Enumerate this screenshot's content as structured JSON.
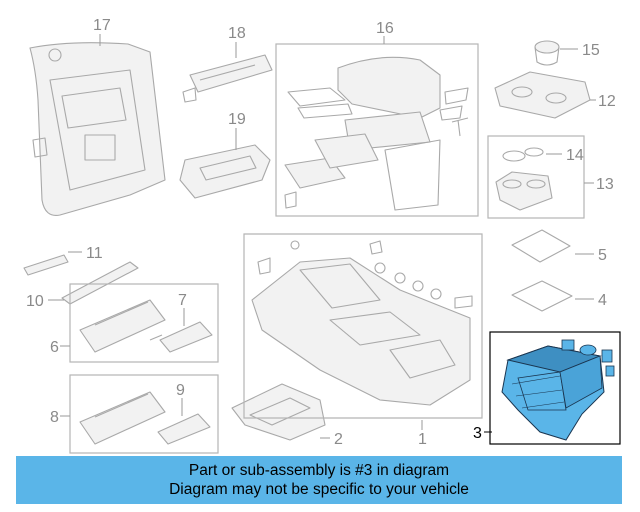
{
  "diagram": {
    "callouts": [
      "1",
      "2",
      "3",
      "4",
      "5",
      "6",
      "7",
      "8",
      "9",
      "10",
      "11",
      "12",
      "13",
      "14",
      "15",
      "16",
      "17",
      "18",
      "19"
    ],
    "highlight_callout": "3",
    "highlight_color": "#5ab5e8"
  },
  "banner": {
    "line1": "Part or sub-assembly is #3 in diagram",
    "line2": "Diagram may not be specific to your vehicle",
    "color": "#5ab5e8"
  }
}
